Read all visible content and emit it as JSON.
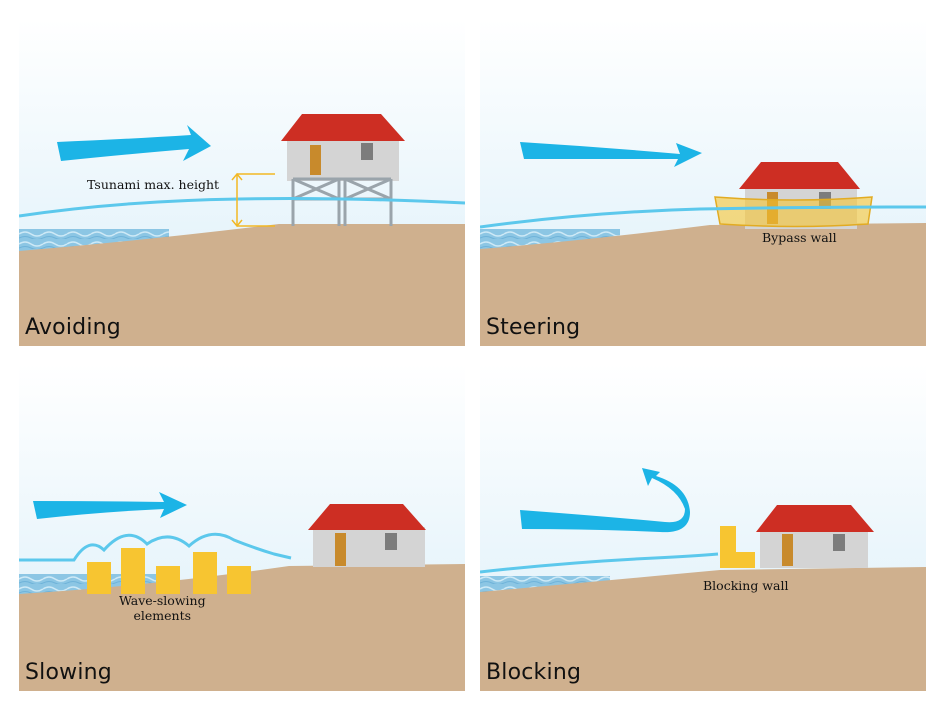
{
  "panels": {
    "avoiding": {
      "title": "Avoiding",
      "annotation": "Tsunami max. height"
    },
    "steering": {
      "title": "Steering",
      "annotation": "Bypass wall"
    },
    "slowing": {
      "title": "Slowing",
      "annotation_line1": "Wave-slowing",
      "annotation_line2": "elements"
    },
    "blocking": {
      "title": "Blocking",
      "annotation": "Blocking wall"
    }
  },
  "colors": {
    "sky": "#e4f3fb",
    "ground": "#cfb08e",
    "water_line": "#5cc8ec",
    "arrow": "#1cb4e6",
    "roof": "#cd2e23",
    "wall": "#d4d4d4",
    "door": "#c88a2c",
    "barrier": "#f7c531",
    "sea": "#8cc6e4"
  },
  "icons": [
    "flow-arrow-icon",
    "house-icon",
    "bypass-wall-icon",
    "blocking-wall-icon",
    "stilts-icon"
  ]
}
